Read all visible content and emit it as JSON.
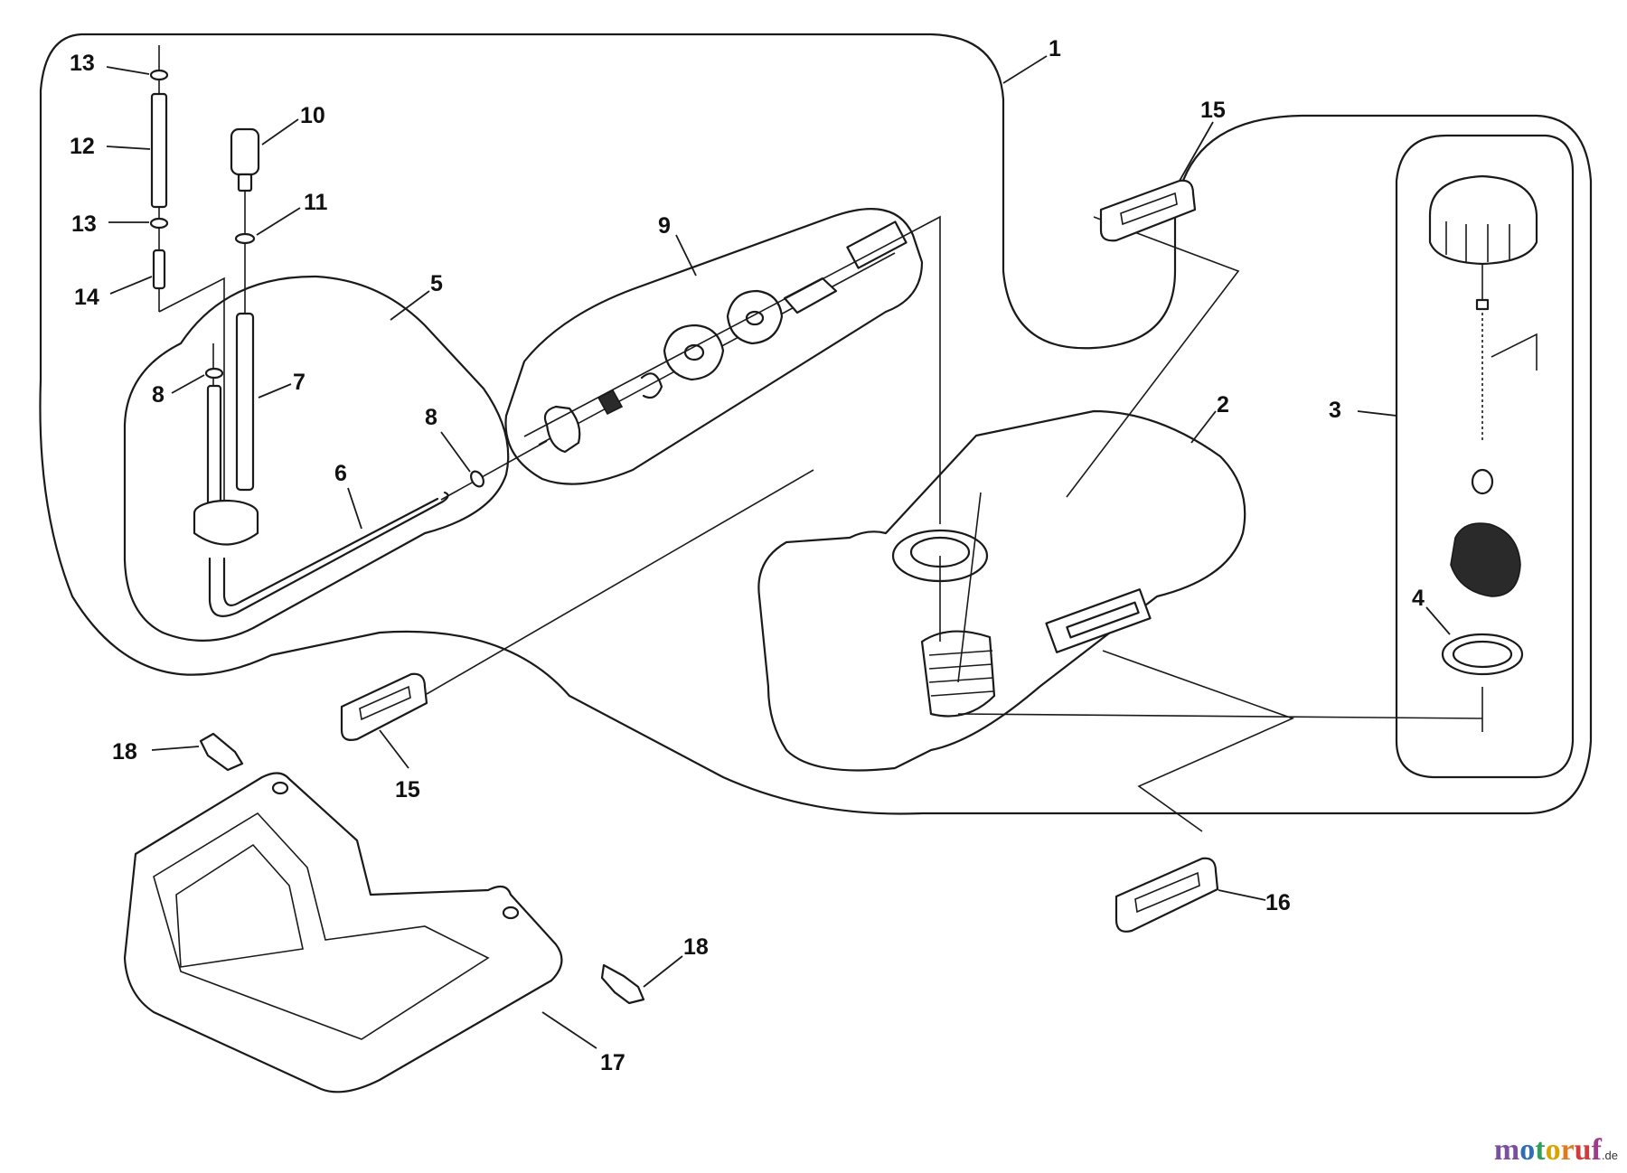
{
  "diagram": {
    "callouts": {
      "c1": "1",
      "c2": "2",
      "c3": "3",
      "c4": "4",
      "c5": "5",
      "c6": "6",
      "c7": "7",
      "c8a": "8",
      "c8b": "8",
      "c9": "9",
      "c10": "10",
      "c11": "11",
      "c12": "12",
      "c13a": "13",
      "c13b": "13",
      "c14": "14",
      "c15a": "15",
      "c15b": "15",
      "c16": "16",
      "c17": "17",
      "c18a": "18",
      "c18b": "18"
    }
  },
  "watermark": {
    "letters": [
      "m",
      "o",
      "t",
      "o",
      "r",
      "u",
      "f"
    ],
    "colors": [
      "#7a4fa0",
      "#2f6db5",
      "#2f9f5a",
      "#d9a400",
      "#e07a1f",
      "#d23b3b",
      "#a03b8c"
    ],
    "suffix": ".de"
  }
}
